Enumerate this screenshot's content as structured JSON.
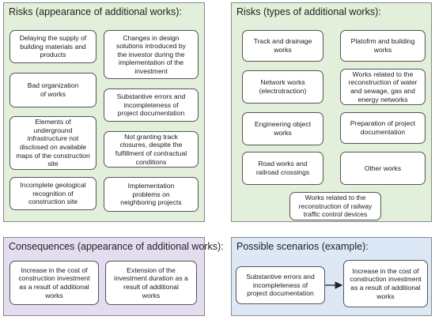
{
  "panels": {
    "risks_appearance": {
      "title": "Risks (appearance of additional works):",
      "left_boxes": [
        "Delaying the supply of\nbuilding materials and\nproducts",
        "Bad organization\nof works",
        "Elements of\nunderground\ninfrastructure not\ndisclosed on available\nmaps of the construction\nsite",
        "Incomplete geological\nrecognition of\nconstruction site"
      ],
      "right_boxes": [
        "Changes in design\nsolutions introduced by\nthe investor during the\nimplementation of the\ninvestment",
        "Substantive errors and\nincompleteness of\nproject documentation",
        "Not granting track\nclosures, despite the\nfulfillment of contractual\nconditions",
        "Implementation\nproblems on\nneighboring projects"
      ]
    },
    "risks_types": {
      "title": "Risks (types of additional works):",
      "left_boxes": [
        "Track and drainage\nworks",
        "Network works\n(electrotraction)",
        "Engineering object\nworks",
        "Road works and\nrailroad crossings"
      ],
      "right_boxes": [
        "Platofrm and building\nworks",
        "Works related to the\nreconstruction of water\nand sewage, gas and\nenergy networks",
        "Preparation of project\ndocumentation",
        "Other works"
      ],
      "bottom_box": "Works related to the\nreconstruction of railway\ntraffic control devices"
    },
    "consequences": {
      "title": "Consequences (appearance of additional works):",
      "boxes": [
        "Increase in the cost of\nconstruction investment\nas a result of additional\nworks",
        "Extension of the\ninvestment duration as a\nresult of additional\nworks"
      ]
    },
    "scenarios": {
      "title": "Possible scenarios (example):",
      "from_box": "Substantive errors and\nincompleteness of\nproject documentation",
      "to_box": "Increase in the cost of\nconstruction investment\nas a result of additional\nworks"
    }
  },
  "colors": {
    "risks_panel_bg": "#e2efda",
    "consequences_panel_bg": "#e4dcef",
    "scenarios_panel_bg": "#dce8f6",
    "box_border": "#555555"
  }
}
